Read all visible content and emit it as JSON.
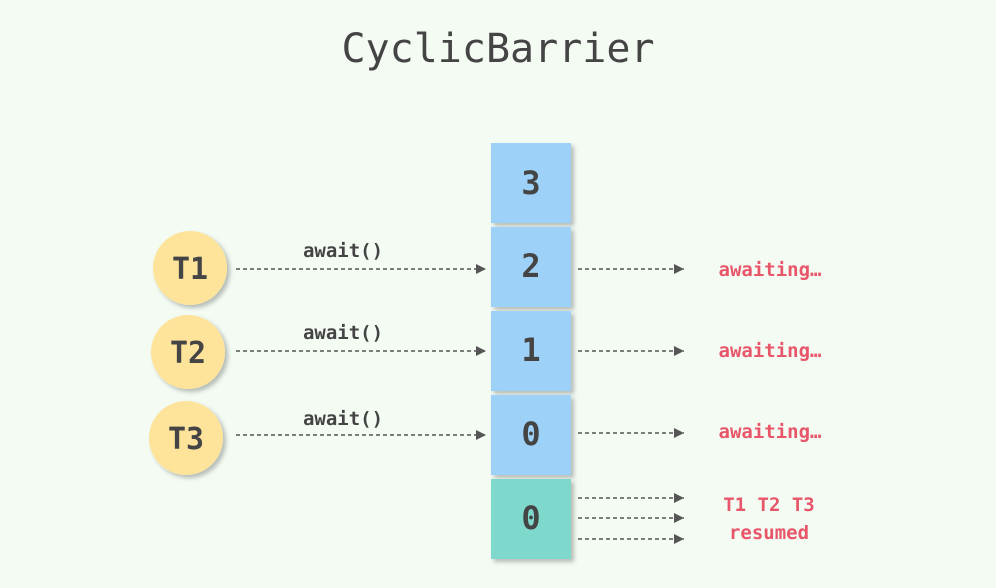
{
  "title": "CyclicBarrier",
  "colors": {
    "background": "#f3fbf3",
    "thread_fill": "#fde49a",
    "counter_fill": "#9dd1f7",
    "tripped_fill": "#7ed8cc",
    "status_text": "#e8566a",
    "text": "#444444"
  },
  "threads": [
    {
      "label": "T1",
      "call": "await()",
      "counter": "2",
      "status": "awaiting…"
    },
    {
      "label": "T2",
      "call": "await()",
      "counter": "1",
      "status": "awaiting…"
    },
    {
      "label": "T3",
      "call": "await()",
      "counter": "0",
      "status": "awaiting…"
    }
  ],
  "initial_counter": "3",
  "tripped": {
    "counter": "0",
    "status_line1": "T1 T2 T3",
    "status_line2": "resumed"
  }
}
